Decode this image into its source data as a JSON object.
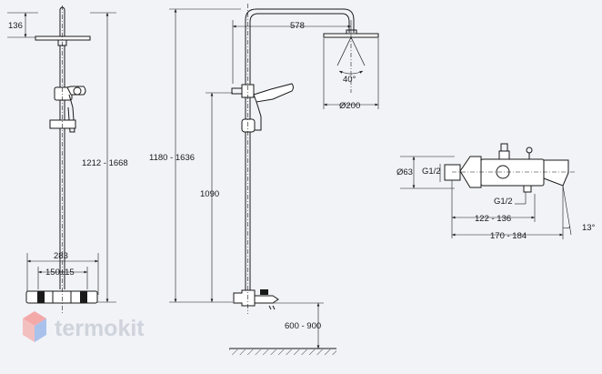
{
  "drawing": {
    "left_view": {
      "dim_head_height": "136",
      "dim_height_range": "1212 - 1668",
      "dim_width_total": "283",
      "dim_inlet_spacing": "150±15"
    },
    "middle_view": {
      "dim_arm_length": "578",
      "dim_spray_angle": "40°",
      "dim_head_diameter": "Ø200",
      "dim_total_height": "1180 - 1636",
      "dim_handshower_height": "1090",
      "dim_mount_height": "600 - 900"
    },
    "right_view": {
      "dim_diameter": "Ø63",
      "dim_thread_inlet": "G1/2",
      "dim_thread_outlet": "G1/2",
      "dim_spout_depth": "122 - 136",
      "dim_total_depth": "170 - 184",
      "dim_spout_angle": "13°"
    }
  },
  "brand": {
    "name": "termokit",
    "colors": {
      "logo_top": "#f4a9a9",
      "logo_left": "#f3c0c0",
      "logo_right": "#a9c2ec",
      "text": "#cfd3db"
    }
  }
}
